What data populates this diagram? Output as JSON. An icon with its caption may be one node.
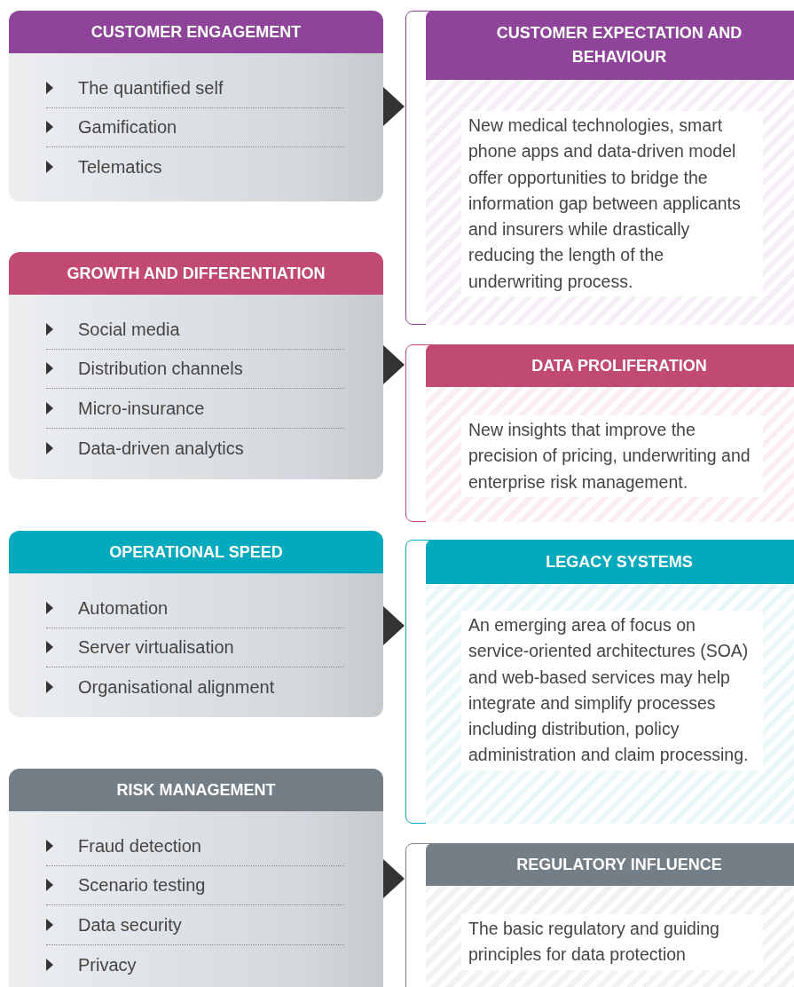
{
  "diagram": {
    "nodes": [
      {
        "text": [
          "CUSTOMER ENGAGEMENT",
          "The quantified self",
          "Gamification",
          "Telematics"
        ]
      },
      {
        "text": [
          "GROWTH AND DIFFERENTIATION",
          "Social media",
          "Distribution channels",
          "Micro-insurance",
          "Data-driven analytics"
        ]
      },
      {
        "text": [
          "OPERATIONAL SPEED",
          "Automation",
          "Server virtualisation",
          "Organisational alignment"
        ]
      },
      {
        "text": [
          "RISK MANAGEMENT",
          "Fraud detection",
          "Scenario testing",
          "Data security",
          "Privacy"
        ]
      },
      {
        "text": [
          "CUSTOMER EXPECTATION AND BEHAVIOUR",
          "New medical technologies, smart phone apps and data-driven model offer opportunities to bridge the information gap between applicants and insurers while drastically reducing the length of the underwriting process."
        ]
      },
      {
        "text": [
          "DATA PROLIFERATION",
          "New insights that improve the precision of pricing, underwriting and enterprise risk management."
        ]
      },
      {
        "text": [
          "LEGACY SYSTEMS",
          "An emerging area of focus on service-oriented architectures (SOA) and web-based services may help integrate and simplify processes including distribution, policy administration and claim processing."
        ]
      },
      {
        "text": [
          "REGULATORY INFLUENCE",
          "The basic regulatory and guiding principles for data protection"
        ]
      }
    ],
    "edges": [
      {
        "from": 0,
        "to": 4,
        "arrow": "to"
      },
      {
        "from": 1,
        "to": 5,
        "arrow": "to"
      },
      {
        "from": 2,
        "to": 6,
        "arrow": "to"
      },
      {
        "from": 3,
        "to": 7,
        "arrow": "to"
      }
    ]
  }
}
